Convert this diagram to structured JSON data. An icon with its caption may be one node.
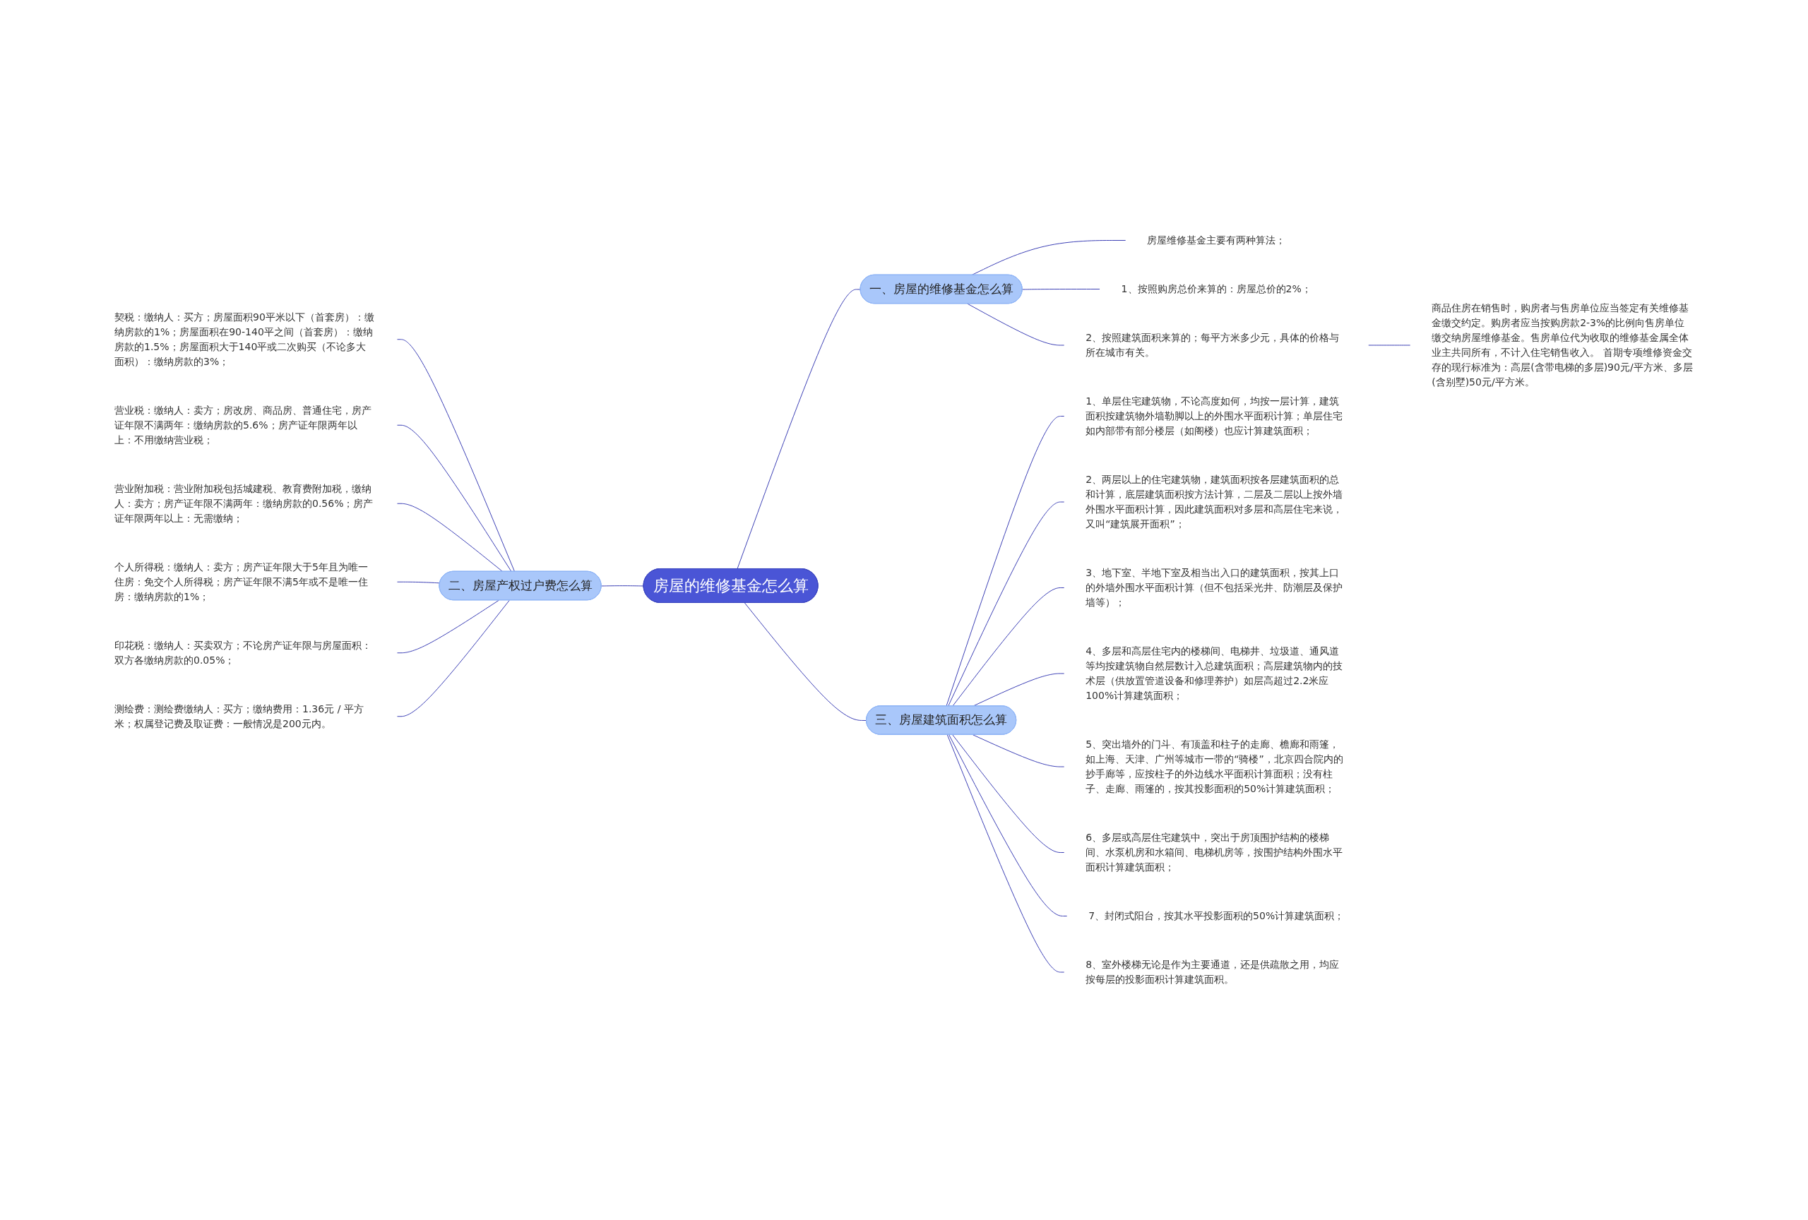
{
  "diagram": {
    "nodes": [
      {
        "text": [
          "房屋的维修基金怎么算"
        ]
      },
      {
        "text": [
          "一、房屋的维修基金怎么算"
        ]
      },
      {
        "text": [
          "房屋维修基金主要有两种算法；"
        ]
      },
      {
        "text": [
          "1、按照购房总价来算的：房屋总价的2%；"
        ]
      },
      {
        "text": [
          "2、按照建筑面积来算的；每平方米多少元，具体的价格与所在城市有关。"
        ]
      },
      {
        "text": [
          "商品住房在销售时，购房者与售房单位应当签定有关维修基金缴交约定。购房者应当按购房款2-3%的比例向售房单位缴交纳房屋维修基金。售房单位代为收取的维修基金属全体业主共同所有，不计入住宅销售收入。 首期专项维修资金交存的现行标准为：高层(含带电梯的多层)90元/平方米、多层(含别墅)50元/平方米。"
        ]
      },
      {
        "text": [
          "二、房屋产权过户费怎么算"
        ]
      },
      {
        "text": [
          "契税：缴纳人：买方；房屋面积90平米以下（首套房）：缴纳房款的1%；房屋面积在90-140平之间（首套房）：缴纳房款的1.5%；房屋面积大于140平或二次购买（不论多大面积）：缴纳房款的3%；"
        ]
      },
      {
        "text": [
          "营业税：缴纳人：卖方；房改房、商品房、普通住宅，房产证年限不满两年：缴纳房款的5.6%；房产证年限两年以上：不用缴纳营业税；"
        ]
      },
      {
        "text": [
          "营业附加税：营业附加税包括城建税、教育费附加税，缴纳人：卖方；房产证年限不满两年：缴纳房款的0.56%；房产证年限两年以上：无需缴纳；"
        ]
      },
      {
        "text": [
          "个人所得税：缴纳人：卖方；房产证年限大于5年且为唯一住房：免交个人所得税；房产证年限不满5年或不是唯一住房：缴纳房款的1%；"
        ]
      },
      {
        "text": [
          "印花税：缴纳人：买卖双方；不论房产证年限与房屋面积：双方各缴纳房款的0.05%；"
        ]
      },
      {
        "text": [
          "测绘费：测绘费缴纳人：买方；缴纳费用：1.36元 / 平方米；权属登记费及取证费：一般情况是200元内。"
        ]
      },
      {
        "text": [
          "三、房屋建筑面积怎么算"
        ]
      },
      {
        "text": [
          "1、单层住宅建筑物，不论高度如何，均按一层计算，建筑面积按建筑物外墙勒脚以上的外围水平面积计算；单层住宅如内部带有部分楼层（如阁楼）也应计算建筑面积；"
        ]
      },
      {
        "text": [
          "2、两层以上的住宅建筑物，建筑面积按各层建筑面积的总和计算，底层建筑面积按方法计算，二层及二层以上按外墙外围水平面积计算，因此建筑面积对多层和高层住宅来说，又叫“建筑展开面积”；"
        ]
      },
      {
        "text": [
          "3、地下室、半地下室及相当出入口的建筑面积，按其上口的外墙外围水平面积计算（但不包括采光井、防潮层及保护墙等）；"
        ]
      },
      {
        "text": [
          "4、多层和高层住宅内的楼梯间、电梯井、垃圾道、通风道等均按建筑物自然层数计入总建筑面积；高层建筑物内的技术层（供放置管道设备和修理养护）如层高超过2.2米应100%计算建筑面积；"
        ]
      },
      {
        "text": [
          "5、突出墙外的门斗、有顶盖和柱子的走廊、檐廊和雨篷，如上海、天津、广州等城市一带的“骑楼”，北京四合院内的抄手廊等，应按柱子的外边线水平面积计算面积；没有柱子、走廊、雨篷的，按其投影面积的50%计算建筑面积；"
        ]
      },
      {
        "text": [
          "6、多层或高层住宅建筑中，突出于房顶围护结构的楼梯间、水泵机房和水箱间、电梯机房等，按围护结构外围水平面积计算建筑面积；"
        ]
      },
      {
        "text": [
          "7、封闭式阳台，按其水平投影面积的50%计算建筑面积；"
        ]
      },
      {
        "text": [
          "8、室外楼梯无论是作为主要通道，还是供疏散之用，均应按每层的投影面积计算建筑面积。"
        ]
      }
    ],
    "edges": [
      {
        "from": 0,
        "to": 1,
        "arrow": "none"
      },
      {
        "from": 1,
        "to": 2,
        "arrow": "none"
      },
      {
        "from": 1,
        "to": 3,
        "arrow": "none"
      },
      {
        "from": 1,
        "to": 4,
        "arrow": "none"
      },
      {
        "from": 4,
        "to": 5,
        "arrow": "none"
      },
      {
        "from": 0,
        "to": 6,
        "arrow": "none"
      },
      {
        "from": 6,
        "to": 7,
        "arrow": "none"
      },
      {
        "from": 6,
        "to": 8,
        "arrow": "none"
      },
      {
        "from": 6,
        "to": 9,
        "arrow": "none"
      },
      {
        "from": 6,
        "to": 10,
        "arrow": "none"
      },
      {
        "from": 6,
        "to": 11,
        "arrow": "none"
      },
      {
        "from": 6,
        "to": 12,
        "arrow": "none"
      },
      {
        "from": 0,
        "to": 13,
        "arrow": "none"
      },
      {
        "from": 13,
        "to": 14,
        "arrow": "none"
      },
      {
        "from": 13,
        "to": 15,
        "arrow": "none"
      },
      {
        "from": 13,
        "to": 16,
        "arrow": "none"
      },
      {
        "from": 13,
        "to": 17,
        "arrow": "none"
      },
      {
        "from": 13,
        "to": 18,
        "arrow": "none"
      },
      {
        "from": 13,
        "to": 19,
        "arrow": "none"
      },
      {
        "from": 13,
        "to": 20,
        "arrow": "none"
      },
      {
        "from": 13,
        "to": 21,
        "arrow": "none"
      }
    ]
  }
}
